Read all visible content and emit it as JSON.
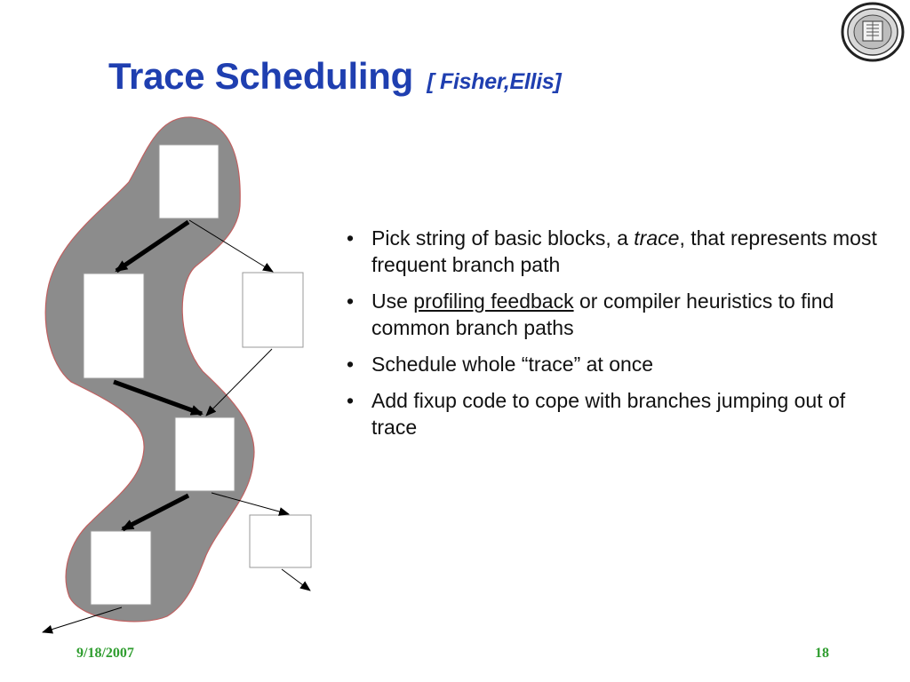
{
  "slide": {
    "title": "Trace Scheduling",
    "title_citation": "[ Fisher,Ellis]",
    "bullets": [
      {
        "text1": "Pick string of basic blocks, a ",
        "em": "trace",
        "text2": ", that represents most frequent branch path"
      },
      {
        "text1": "Use ",
        "link": "profiling feedback",
        "text2": " or compiler heuristics to find common branch paths"
      },
      {
        "text": "Schedule whole “trace” at once"
      },
      {
        "text": "Add fixup code to cope with branches jumping out of trace"
      }
    ],
    "footer": {
      "date": "9/18/2007",
      "page": "18"
    }
  },
  "colors": {
    "title": "#1f3fb0",
    "trace_region": "#8c8c8c",
    "trace_outline": "#c06060",
    "footer": "#2f9d2f"
  }
}
